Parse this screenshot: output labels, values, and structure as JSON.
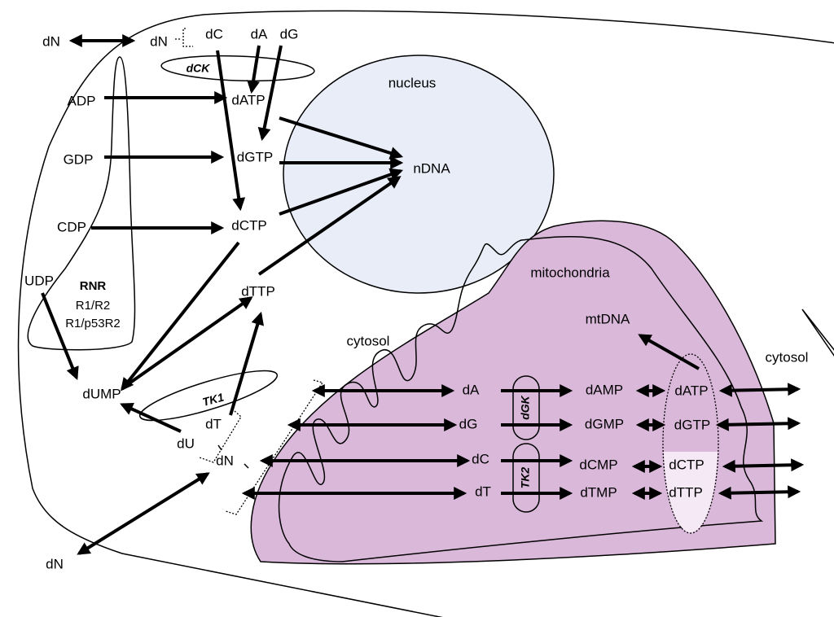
{
  "colors": {
    "nucleus": "#e8edf8",
    "mitochondria": "#dab8da",
    "pool_light": "#f4e9f4"
  },
  "cytoplasm": {
    "dN_outside_top": "dN",
    "dN_top": "dN",
    "dC": "dC",
    "dA": "dA",
    "dG": "dG",
    "dCK": "dCK",
    "ADP": "ADP",
    "GDP": "GDP",
    "CDP": "CDP",
    "UDP": "UDP",
    "dATP": "dATP",
    "dGTP": "dGTP",
    "dCTP": "dCTP",
    "dTTP": "dTTP",
    "RNR": "RNR",
    "R1R2": "R1/R2",
    "R1p53R2": "R1/p53R2",
    "dUMP": "dUMP",
    "TK1": "TK1",
    "dT": "dT",
    "dU": "dU",
    "dN_mid": "dN",
    "dN_outside_bottom": "dN",
    "cytosol_left": "cytosol",
    "cytosol_right": "cytosol"
  },
  "nucleus": {
    "label": "nucleus",
    "nDNA": "nDNA"
  },
  "mitochondria": {
    "label": "mitochondria",
    "mtDNA": "mtDNA",
    "dGK": "dGK",
    "TK2": "TK2",
    "rows": [
      {
        "n": "dA",
        "mp": "dAMP",
        "tp": "dATP"
      },
      {
        "n": "dG",
        "mp": "dGMP",
        "tp": "dGTP"
      },
      {
        "n": "dC",
        "mp": "dCMP",
        "tp": "dCTP"
      },
      {
        "n": "dT",
        "mp": "dTMP",
        "tp": "dTTP"
      }
    ]
  }
}
